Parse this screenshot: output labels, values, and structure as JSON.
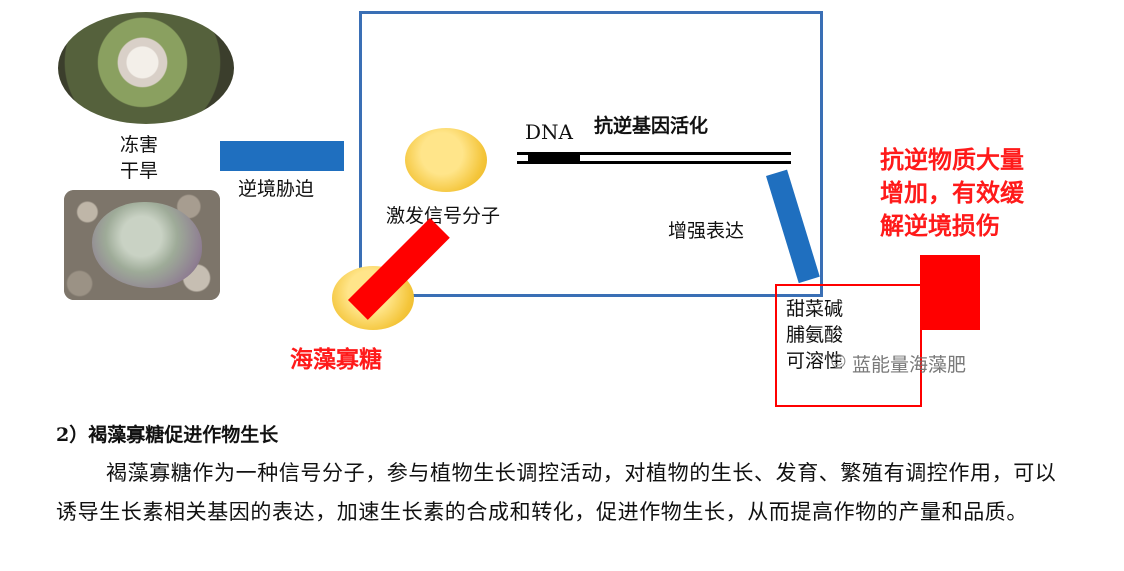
{
  "diagram": {
    "frost_drought": [
      "冻害",
      "干旱"
    ],
    "stress_label": "逆境胁迫",
    "signal_molecule": "激发信号分子",
    "dna_label": "DNA",
    "gene_activation": "抗逆基因活化",
    "enhanced_expression": "增强表达",
    "products": [
      "甜菜碱",
      "脯氨酸",
      "可溶性"
    ],
    "effect_lines": [
      "抗逆物质大量",
      "增加，有效缓",
      "解逆境损伤"
    ],
    "oligosaccharide": "海藻寡糖",
    "watermark": "蓝能量海藻肥",
    "colors": {
      "blue": "#1f6fbf",
      "red": "#ff0000",
      "yellow": "#f4c53a",
      "box_border": "#3a6fb5"
    }
  },
  "section": {
    "heading": "2）褐藻寡糖促进作物生长",
    "paragraph": "褐藻寡糖作为一种信号分子，参与植物生长调控活动，对植物的生长、发育、繁殖有调控作用，可以诱导生长素相关基因的表达，加速生长素的合成和转化，促进作物生长，从而提高作物的产量和品质。"
  }
}
